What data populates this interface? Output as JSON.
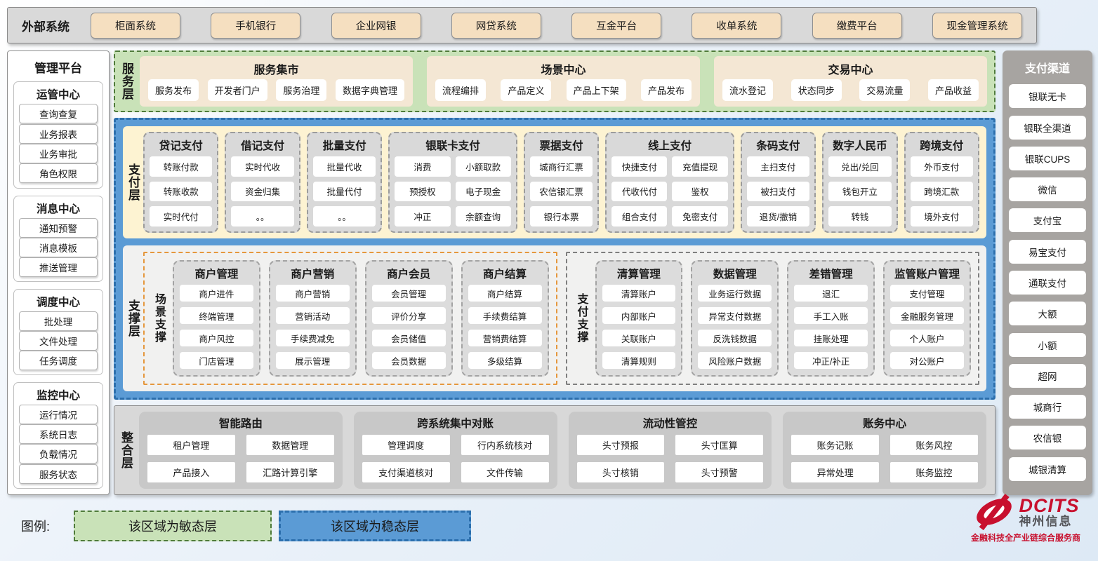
{
  "external_systems": {
    "title": "外部系统",
    "items": [
      "柜面系统",
      "手机银行",
      "企业网银",
      "网贷系统",
      "互金平台",
      "收单系统",
      "缴费平台",
      "现金管理系统"
    ]
  },
  "management_platform": {
    "title": "管理平台",
    "groups": [
      {
        "title": "运管中心",
        "items": [
          "查询查复",
          "业务报表",
          "业务审批",
          "角色权限"
        ]
      },
      {
        "title": "消息中心",
        "items": [
          "通知预警",
          "消息模板",
          "推送管理"
        ]
      },
      {
        "title": "调度中心",
        "items": [
          "批处理",
          "文件处理",
          "任务调度"
        ]
      },
      {
        "title": "监控中心",
        "items": [
          "运行情况",
          "系统日志",
          "负载情况",
          "服务状态"
        ]
      }
    ]
  },
  "service_layer": {
    "label": "服务层",
    "groups": [
      {
        "title": "服务集市",
        "items": [
          "服务发布",
          "开发者门户",
          "服务治理",
          "数据字典管理"
        ]
      },
      {
        "title": "场景中心",
        "items": [
          "流程编排",
          "产品定义",
          "产品上下架",
          "产品发布"
        ]
      },
      {
        "title": "交易中心",
        "items": [
          "流水登记",
          "状态同步",
          "交易流量",
          "产品收益"
        ]
      }
    ]
  },
  "payment_layer": {
    "label": "支付层",
    "columns": [
      {
        "title": "贷记支付",
        "cols": 1,
        "items": [
          "转账付款",
          "转账收款",
          "实时代付"
        ]
      },
      {
        "title": "借记支付",
        "cols": 1,
        "items": [
          "实时代收",
          "资金归集",
          "。。"
        ]
      },
      {
        "title": "批量支付",
        "cols": 1,
        "items": [
          "批量代收",
          "批量代付",
          "。。"
        ]
      },
      {
        "title": "银联卡支付",
        "cols": 2,
        "items": [
          "消费",
          "小额取款",
          "预授权",
          "电子现金",
          "冲正",
          "余额查询"
        ]
      },
      {
        "title": "票据支付",
        "cols": 1,
        "items": [
          "城商行汇票",
          "农信银汇票",
          "银行本票"
        ]
      },
      {
        "title": "线上支付",
        "cols": 2,
        "items": [
          "快捷支付",
          "充值提现",
          "代收代付",
          "鉴权",
          "组合支付",
          "免密支付"
        ]
      },
      {
        "title": "条码支付",
        "cols": 1,
        "items": [
          "主扫支付",
          "被扫支付",
          "退货/撤销"
        ]
      },
      {
        "title": "数字人民币",
        "cols": 1,
        "items": [
          "兑出/兑回",
          "钱包开立",
          "转钱"
        ]
      },
      {
        "title": "跨境支付",
        "cols": 1,
        "items": [
          "外币支付",
          "跨境汇款",
          "境外支付"
        ]
      }
    ]
  },
  "support_layer": {
    "label": "支撑层",
    "sections": [
      {
        "label": "场景支撑",
        "columns": [
          {
            "title": "商户管理",
            "items": [
              "商户进件",
              "终端管理",
              "商户风控",
              "门店管理"
            ]
          },
          {
            "title": "商户营销",
            "items": [
              "商户营销",
              "营销活动",
              "手续费减免",
              "展示管理"
            ]
          },
          {
            "title": "商户会员",
            "items": [
              "会员管理",
              "评价分享",
              "会员储值",
              "会员数据"
            ]
          },
          {
            "title": "商户结算",
            "items": [
              "商户结算",
              "手续费结算",
              "营销费结算",
              "多级结算"
            ]
          }
        ]
      },
      {
        "label": "支付支撑",
        "columns": [
          {
            "title": "清算管理",
            "items": [
              "清算账户",
              "内部账户",
              "关联账户",
              "清算规则"
            ]
          },
          {
            "title": "数据管理",
            "items": [
              "业务运行数据",
              "异常支付数据",
              "反洗钱数据",
              "风险账户数据"
            ]
          },
          {
            "title": "差错管理",
            "items": [
              "退汇",
              "手工入账",
              "挂账处理",
              "冲正/补正"
            ]
          },
          {
            "title": "监管账户管理",
            "items": [
              "支付管理",
              "金融服务管理",
              "个人账户",
              "对公账户"
            ]
          }
        ]
      }
    ]
  },
  "integration_layer": {
    "label": "整合层",
    "groups": [
      {
        "title": "智能路由",
        "items": [
          "租户管理",
          "数据管理",
          "产品接入",
          "汇路计算引擎"
        ]
      },
      {
        "title": "跨系统集中对账",
        "items": [
          "管理调度",
          "行内系统核对",
          "支付渠道核对",
          "文件传输"
        ]
      },
      {
        "title": "流动性管控",
        "items": [
          "头寸预报",
          "头寸匡算",
          "头寸核销",
          "头寸预警"
        ]
      },
      {
        "title": "账务中心",
        "items": [
          "账务记账",
          "账务风控",
          "异常处理",
          "账务监控"
        ]
      }
    ]
  },
  "payment_channels": {
    "title": "支付渠道",
    "items": [
      "银联无卡",
      "银联全渠道",
      "银联CUPS",
      "微信",
      "支付宝",
      "易宝支付",
      "通联支付",
      "大额",
      "小额",
      "超网",
      "城商行",
      "农信银",
      "城银清算"
    ]
  },
  "legend": {
    "label": "图例:",
    "items": [
      {
        "text": "该区域为敏态层",
        "type": "agile"
      },
      {
        "text": "该区域为稳态层",
        "type": "stable"
      }
    ]
  },
  "logo": {
    "brand": "DCITS",
    "company": "神州信息",
    "tagline": "金融科技全产业链综合服务商"
  },
  "colors": {
    "stable_blue": "#5b9bd5",
    "stable_blue_border": "#2c6fad",
    "agile_green": "#c9e2b8",
    "agile_green_border": "#4f7b3a",
    "payment_cream": "#fdf3d2",
    "wheat_button": "#f5dfc0",
    "gray_panel": "#d9d9d9",
    "scene_orange": "#e5973c",
    "channel_gray": "#a7a4a1",
    "brand_red": "#c8102e"
  }
}
